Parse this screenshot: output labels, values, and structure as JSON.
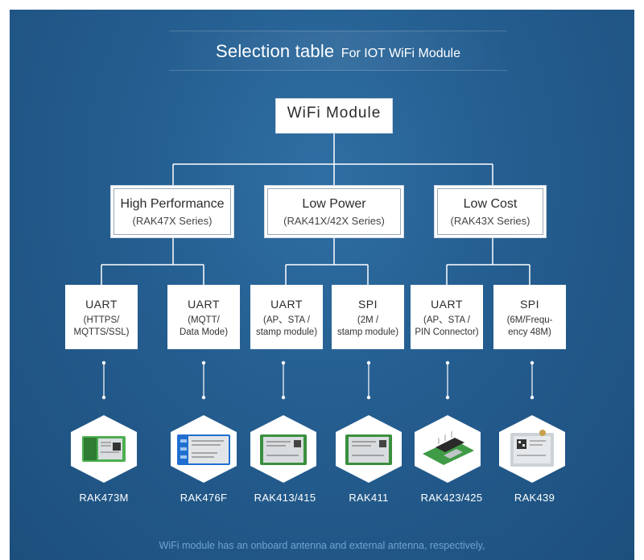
{
  "title": {
    "main": "Selection table",
    "sub": "For IOT WiFi Module"
  },
  "root": {
    "label": "WiFi Module"
  },
  "categories": [
    {
      "name": "High Performance",
      "series": "(RAK47X Series)"
    },
    {
      "name": "Low Power",
      "series": "(RAK41X/42X Series)"
    },
    {
      "name": "Low Cost",
      "series": "(RAK43X Series)"
    }
  ],
  "interfaces": [
    {
      "type": "UART",
      "detail": "(HTTPS/\nMQTTS/SSL)"
    },
    {
      "type": "UART",
      "detail": "(MQTT/\nData Mode)"
    },
    {
      "type": "UART",
      "detail": "(AP、STA /\nstamp module)"
    },
    {
      "type": "SPI",
      "detail": "(2M /\nstamp module)"
    },
    {
      "type": "UART",
      "detail": "(AP、STA /\nPIN Connector)"
    },
    {
      "type": "SPI",
      "detail": "(6M/Frequ-\nency 48M)"
    }
  ],
  "modules": [
    {
      "name": "RAK473M"
    },
    {
      "name": "RAK476F"
    },
    {
      "name": "RAK413/415"
    },
    {
      "name": "RAK411"
    },
    {
      "name": "RAK423/425"
    },
    {
      "name": "RAK439"
    }
  ],
  "footer": "WiFi module has an onboard antenna and external antenna, respectively,",
  "colors": {
    "background": "#245d8f",
    "line": "#ffffff",
    "box": "#ffffff",
    "text": "#2b2b2b",
    "footer_text": "#6fa3d0"
  }
}
